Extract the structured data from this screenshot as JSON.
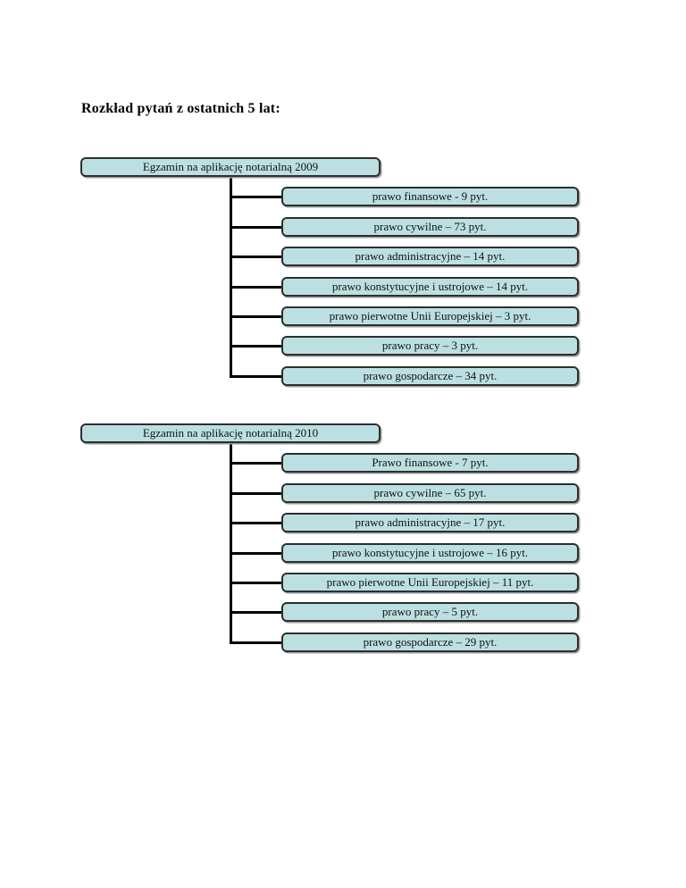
{
  "page": {
    "title": "Rozkład pytań z ostatnich 5 lat:"
  },
  "trees": [
    {
      "root": "Egzamin na aplikację notarialną 2009",
      "children": [
        "prawo finansowe - 9 pyt.",
        "prawo cywilne – 73 pyt.",
        "prawo administracyjne – 14 pyt.",
        "prawo konstytucyjne i ustrojowe – 14 pyt.",
        "prawo pierwotne Unii Europejskiej – 3 pyt.",
        "prawo pracy – 3 pyt.",
        "prawo gospodarcze – 34 pyt."
      ]
    },
    {
      "root": "Egzamin na aplikację notarialną 2010",
      "children": [
        "Prawo finansowe - 7 pyt.",
        "prawo cywilne – 65 pyt.",
        "prawo administracyjne – 17 pyt.",
        "prawo konstytucyjne i ustrojowe – 16 pyt.",
        "prawo pierwotne Unii Europejskiej – 11 pyt.",
        "prawo pracy – 5 pyt.",
        "prawo gospodarcze – 29 pyt."
      ]
    }
  ],
  "colors": {
    "box_fill": "#bce0e2",
    "box_border": "#2e2e2e",
    "connector": "#000000",
    "shadow": "#9c9c9c"
  }
}
